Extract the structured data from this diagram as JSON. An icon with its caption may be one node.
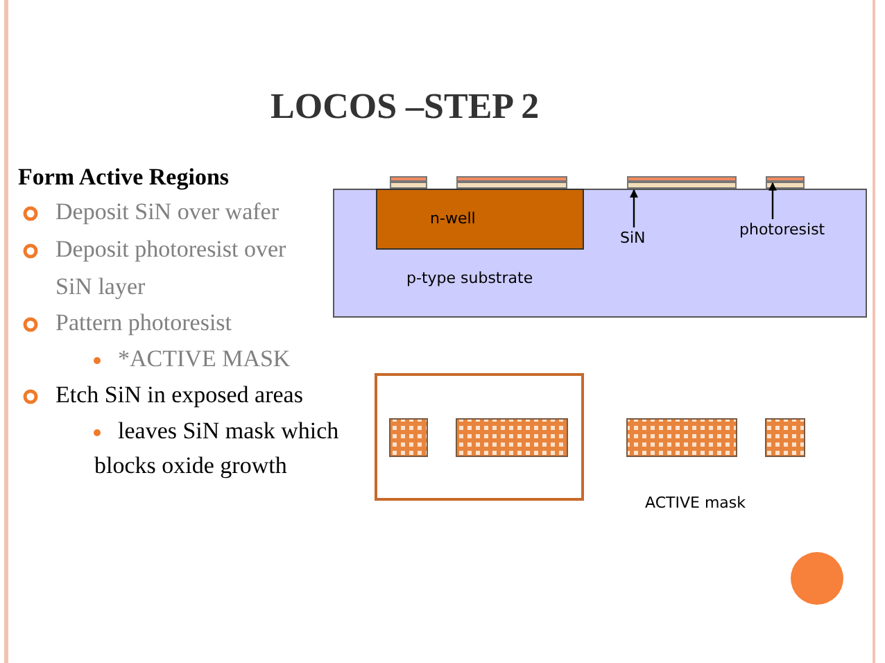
{
  "diagram": {
    "title": "LOCOS –STEP 2",
    "nodes": [
      {
        "text": [
          "p-type substrate"
        ]
      },
      {
        "text": [
          "n-well"
        ],
        "in": 0
      },
      {
        "text": [
          "SiN"
        ],
        "in": 0
      },
      {
        "text": [
          "photoresist"
        ],
        "in": 0
      },
      {
        "text": [],
        "shape": "bar"
      },
      {
        "text": [],
        "shape": "bar"
      }
    ],
    "edges": [
      {
        "from": 2,
        "to": 4,
        "arrow": "to"
      },
      {
        "from": 3,
        "to": 5,
        "arrow": "to"
      }
    ],
    "labels": [
      "Form Active Regions",
      "Deposit SiN over wafer",
      "Deposit photoresist over",
      "SiN layer",
      "Pattern photoresist",
      "*ACTIVE MASK",
      "Etch SiN in exposed areas",
      "leaves SiN mask which",
      "blocks oxide growth",
      "ACTIVE mask"
    ]
  }
}
